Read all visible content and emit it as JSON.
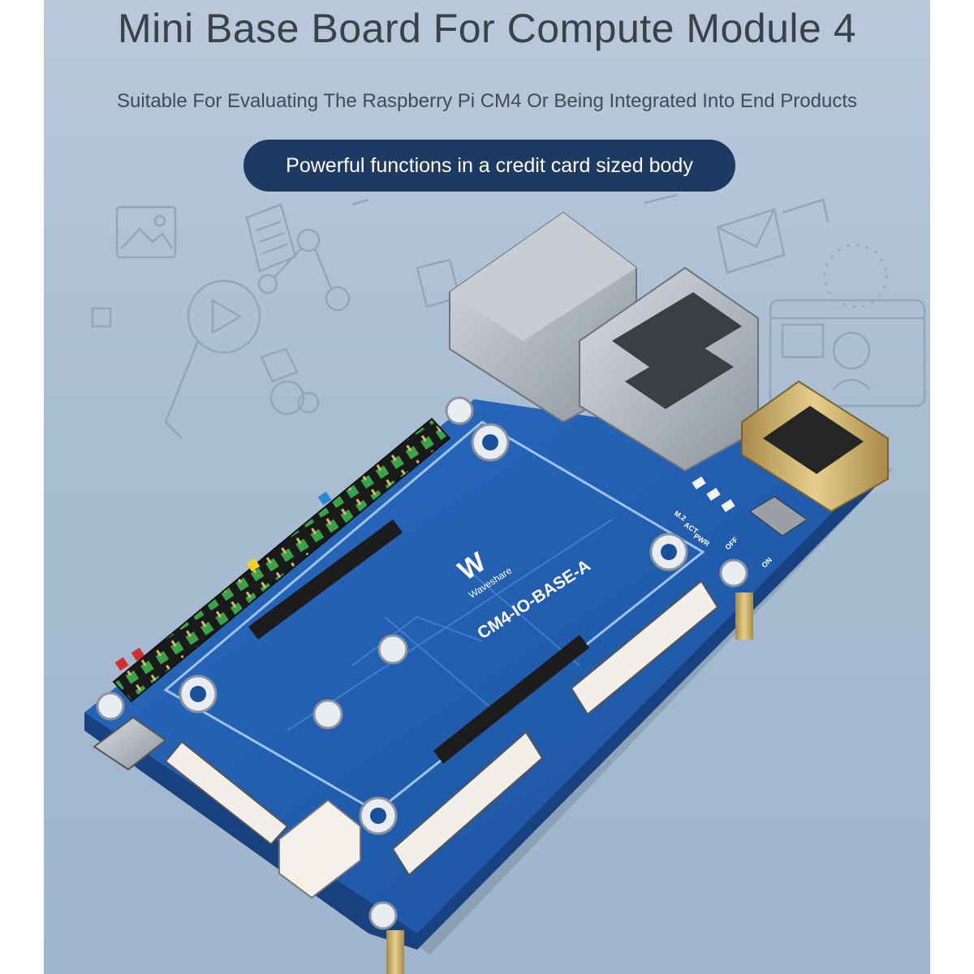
{
  "heading": {
    "title": "Mini Base Board For Compute Module 4",
    "subtitle": "Suitable For Evaluating The Raspberry Pi CM4 Or Being Integrated Into End Products",
    "badge": "Powerful functions in a credit card sized body"
  },
  "board": {
    "brand": "Waveshare",
    "model": "CM4-IO-BASE-A",
    "led_labels": [
      "M.2",
      "ACT",
      "PWR"
    ],
    "switch_labels": [
      "OFF",
      "ON"
    ]
  },
  "colors": {
    "background": "#a9bdd2",
    "badge": "#1d3b62",
    "pcb": "#1f5db0",
    "header_pins": "#3aa24a"
  },
  "icons": [
    "picture-icon",
    "document-icon",
    "play-icon",
    "share-icon",
    "envelope-icon",
    "video-call-icon",
    "cube-icon"
  ]
}
